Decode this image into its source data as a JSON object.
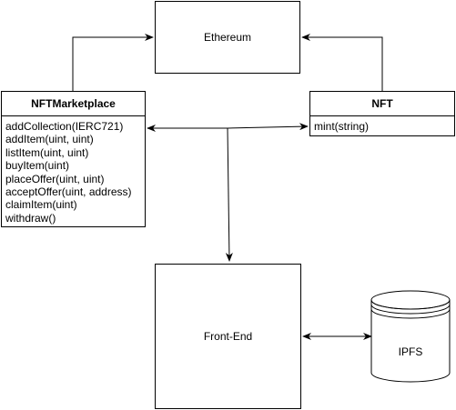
{
  "ethereum": {
    "label": "Ethereum"
  },
  "marketplace": {
    "title": "NFTMarketplace",
    "methods": [
      "addCollection(IERC721)",
      "addItem(uint, uint)",
      "listItem(uint, uint)",
      "buyItem(uint)",
      "placeOffer(uint, uint)",
      "acceptOffer(uint, address)",
      "claimItem(uint)",
      "withdraw()"
    ]
  },
  "nft": {
    "title": "NFT",
    "methods": [
      "mint(string)"
    ]
  },
  "frontend": {
    "label": "Front-End"
  },
  "ipfs": {
    "label": "IPFS"
  },
  "colors": {
    "stroke": "#000000",
    "fill": "#ffffff"
  }
}
